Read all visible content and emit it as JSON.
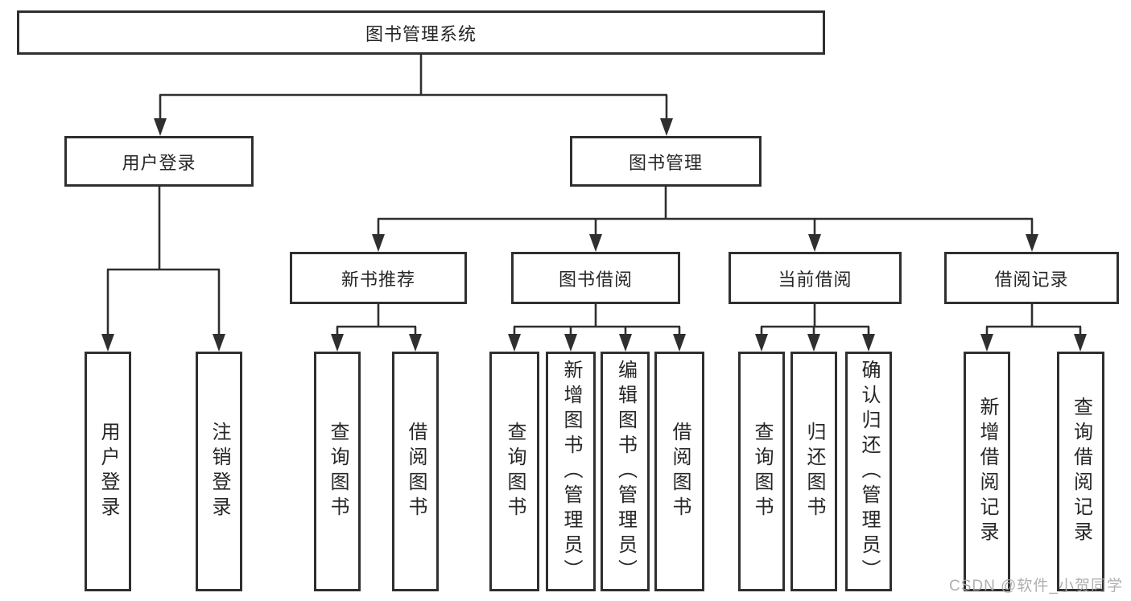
{
  "tree": {
    "root": "图书管理系统",
    "branches": [
      {
        "label": "用户登录",
        "children": [
          "用户登录",
          "注销登录"
        ]
      },
      {
        "label": "图书管理",
        "sections": [
          {
            "label": "新书推荐",
            "children": [
              "查询图书",
              "借阅图书"
            ]
          },
          {
            "label": "图书借阅",
            "children": [
              "查询图书",
              "新增图书（管理员）",
              "编辑图书（管理员）",
              "借阅图书"
            ]
          },
          {
            "label": "当前借阅",
            "children": [
              "查询图书",
              "归还图书",
              "确认归还（管理员）"
            ]
          },
          {
            "label": "借阅记录",
            "children": [
              "新增借阅记录",
              "查询借阅记录"
            ]
          }
        ]
      }
    ]
  },
  "watermark": "CSDN @软件_小贺同学",
  "colors": {
    "line": "#2f2f2f",
    "text": "#262626",
    "box_background": "#ffffff",
    "watermark": "#a8a8a8",
    "background": "#ffffff"
  }
}
